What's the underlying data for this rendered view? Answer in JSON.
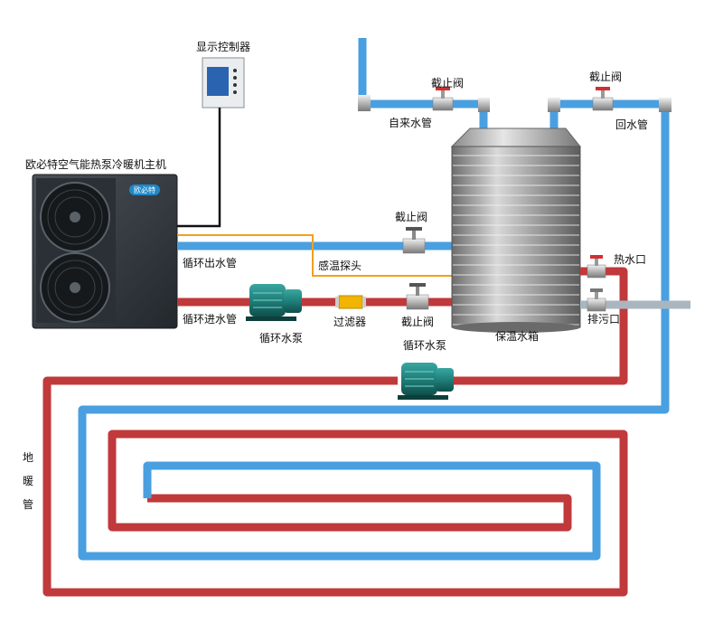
{
  "labels": {
    "controller": "显示控制器",
    "heat_pump_unit": "欧必特空气能热泵冷暖机主机",
    "brand": "欧必特",
    "valve_tap": "截止阀",
    "valve_return": "截止阀",
    "valve_outlet": "截止阀",
    "valve_inlet": "截止阀",
    "tap_water_pipe": "自来水管",
    "return_pipe": "回水管",
    "circ_out_pipe": "循环出水管",
    "temp_sensor": "感温探头",
    "hot_water_outlet": "热水口",
    "circ_in_pipe": "循环进水管",
    "circ_pump_1": "循环水泵",
    "filter": "过滤器",
    "tank": "保温水箱",
    "drain": "排污口",
    "circ_pump_2": "循环水泵",
    "floor_heating": [
      "地",
      "暖",
      "管"
    ]
  },
  "colors": {
    "hot_pipe": "#c0393b",
    "cold_pipe": "#4a9fe0",
    "sensor_wire": "#f0a020",
    "control_wire": "#111111",
    "pump": "#1f7f7a",
    "filter": "#f2b400",
    "valve_handle": "#d32f2f",
    "tank": "#8c8c8c"
  }
}
